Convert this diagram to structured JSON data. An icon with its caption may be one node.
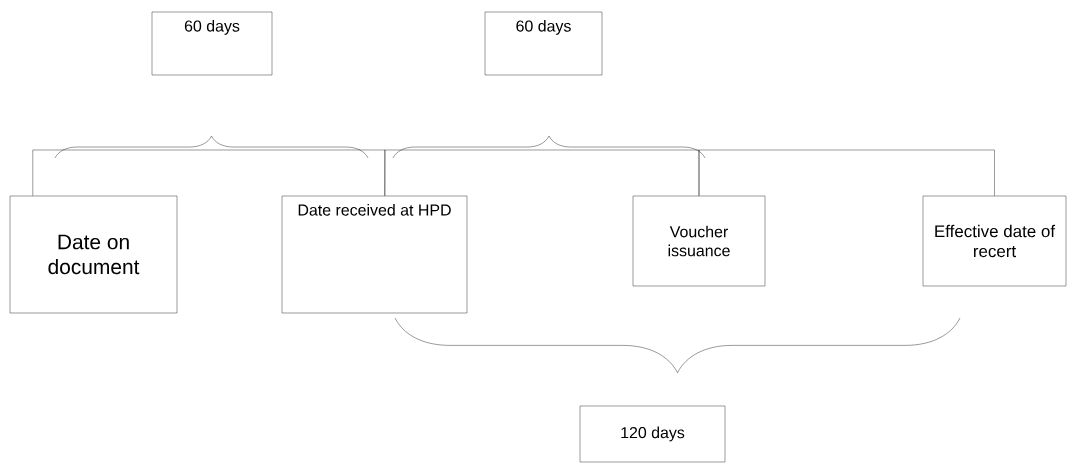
{
  "diagram": {
    "nodes": [
      {
        "text": [
          "60 days"
        ]
      },
      {
        "text": [
          "60 days"
        ]
      },
      {
        "text": [
          "Date on document"
        ]
      },
      {
        "text": [
          "Date received at HPD"
        ]
      },
      {
        "text": [
          "Voucher issuance"
        ]
      },
      {
        "text": [
          "Effective date of recert"
        ]
      },
      {
        "text": [
          "120 days"
        ]
      }
    ],
    "edges": [
      {
        "from": 2,
        "to": 3,
        "arrow": "none"
      },
      {
        "from": 3,
        "to": 4,
        "arrow": "none"
      },
      {
        "from": 4,
        "to": 5,
        "arrow": "none"
      }
    ]
  }
}
